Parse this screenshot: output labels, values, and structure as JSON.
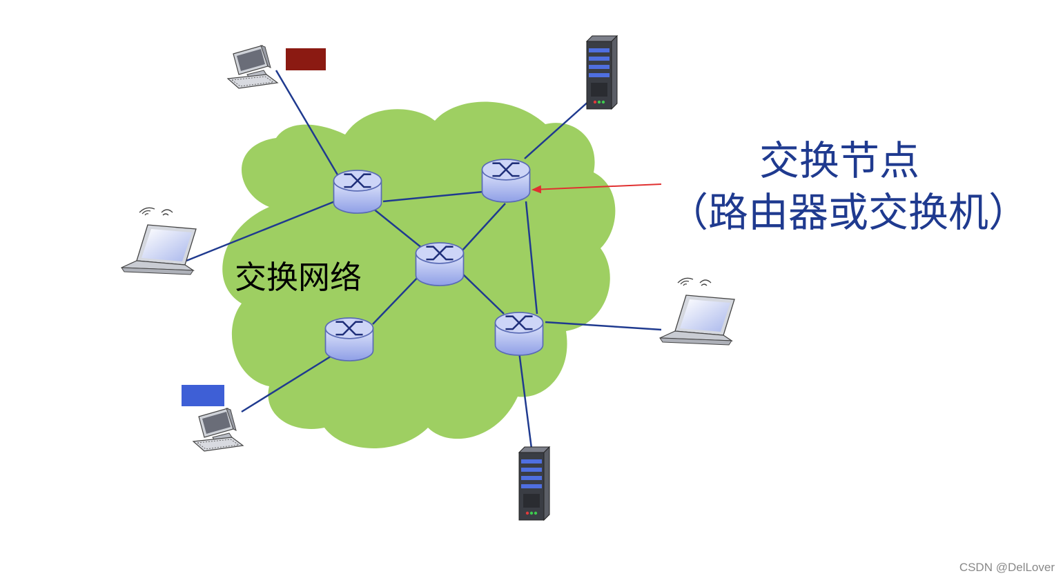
{
  "diagram": {
    "cloud_label": "交换网络",
    "callout_line1": "交换节点",
    "callout_line2": "（路由器或交换机）",
    "watermark": "CSDN @DelLover"
  },
  "colors": {
    "cloud": "#9ecf62",
    "link": "#1f3a8f",
    "router_body": "#a7b4ee",
    "router_top": "#c9d2f7",
    "callout_arrow": "#e03030",
    "packet_red": "#8b1a12",
    "packet_blue": "#3e5fd6"
  },
  "icons": {
    "router": "router-icon",
    "desktop": "desktop-computer-icon",
    "laptop": "wireless-laptop-icon",
    "server": "server-tower-icon"
  },
  "counts": {
    "routers": 5,
    "desktops": 2,
    "laptops": 2,
    "servers": 2
  }
}
